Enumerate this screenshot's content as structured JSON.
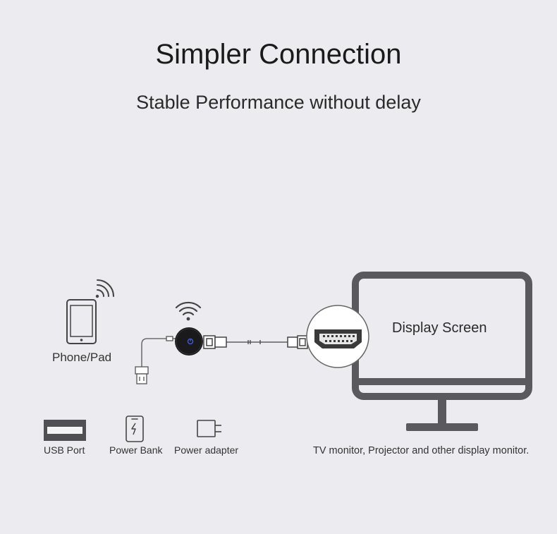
{
  "header": {
    "title": "Simpler Connection",
    "subtitle": "Stable Performance without delay"
  },
  "diagram": {
    "phone_label": "Phone/Pad",
    "screen_label": "Display Screen"
  },
  "power_sources": {
    "usb_port": "USB Port",
    "power_bank": "Power Bank",
    "power_adapter": "Power adapter"
  },
  "display_note": "TV monitor, Projector and other display monitor.",
  "colors": {
    "background": "#ececf0",
    "monitor": "#5a5a5e",
    "line": "#444444"
  }
}
